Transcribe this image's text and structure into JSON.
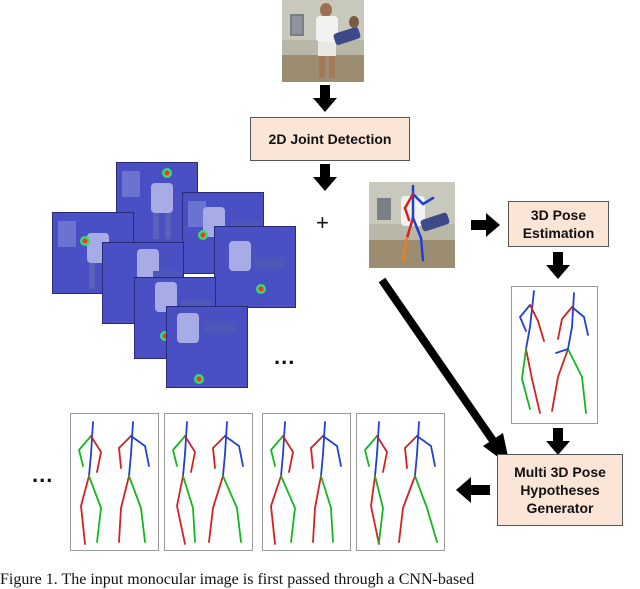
{
  "boxes": {
    "joint_detection": "2D Joint Detection",
    "pose_estimation": [
      "3D Pose",
      "Estimation"
    ],
    "hypotheses_generator": [
      "Multi 3D Pose",
      "Hypotheses",
      "Generator"
    ]
  },
  "symbols": {
    "plus": "+",
    "heatmap_ellipsis": "...",
    "hypotheses_ellipsis": "..."
  },
  "caption": "Figure 1. The input monocular image is first passed through a CNN-based",
  "colors": {
    "box_fill": "#fbe5d6",
    "arrow": "#000000",
    "heatmap": "#4b4fc4",
    "skeleton_blue": "#1f3fd6",
    "skeleton_red": "#d42020",
    "skeleton_green": "#12b81e"
  }
}
